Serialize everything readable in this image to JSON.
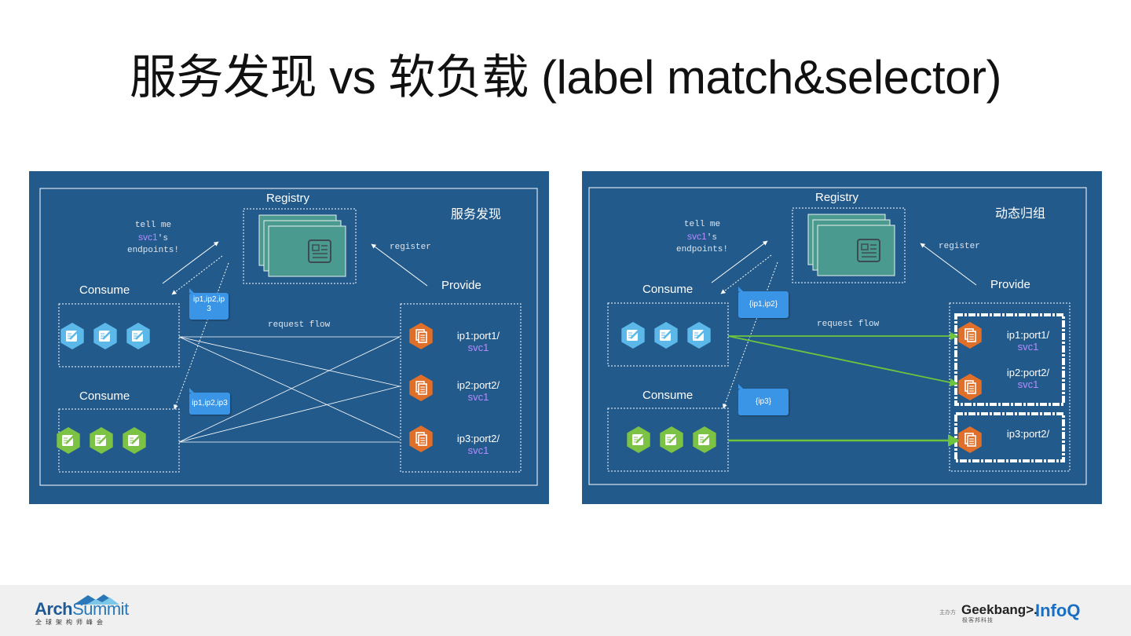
{
  "title": "服务发现 vs 软负载 (label match&selector)",
  "left_panel": {
    "corner_label": "服务发现",
    "registry_label": "Registry",
    "consume_top_label": "Consume",
    "consume_bottom_label": "Consume",
    "provide_label": "Provide",
    "query_line1": "tell me",
    "query_svc": "svc1",
    "query_suffix": "'s",
    "query_line3": "endpoints!",
    "register_label": "register",
    "request_flow_label": "request flow",
    "bubble_top": "ip1,ip2,ip3",
    "bubble_bottom": "ip1,ip2,ip3",
    "endpoints": [
      {
        "addr": "ip1:port1/",
        "svc": "svc1"
      },
      {
        "addr": "ip2:port2/",
        "svc": "svc1"
      },
      {
        "addr": "ip3:port2/",
        "svc": "svc1"
      }
    ]
  },
  "right_panel": {
    "corner_label": "动态归组",
    "registry_label": "Registry",
    "consume_top_label": "Consume",
    "consume_bottom_label": "Consume",
    "provide_label": "Provide",
    "query_line1": "tell me",
    "query_svc": "svc1",
    "query_suffix": "'s",
    "query_line3": "endpoints!",
    "register_label": "register",
    "request_flow_label": "request flow",
    "bubble_top": "{ip1,ip2}",
    "bubble_bottom": "{ip3}",
    "endpoints": [
      {
        "addr": "ip1:port1/",
        "svc": "svc1"
      },
      {
        "addr": "ip2:port2/",
        "svc": "svc1"
      },
      {
        "addr": "ip3:port2/",
        "svc": ""
      }
    ]
  },
  "footer": {
    "brand_main": "Arch",
    "brand_accent": "Summit",
    "brand_sub": "全球架构师峰会",
    "sponsor_label": "主办方",
    "geekbang": "Geekbang>.",
    "geekbang_sub": "极客邦科技",
    "infoq": "InfoQ"
  },
  "colors": {
    "panel_bg": "#235a8c",
    "registry_card": "#4a9a8f",
    "consumer_blue": "#5bb8e8",
    "consumer_green": "#7cc245",
    "provider_orange": "#e06f2a",
    "bubble": "#3b95e6",
    "green_arrow": "#6cc53c",
    "svc_text": "#b48cff"
  },
  "icons": {
    "registry": "newspaper-icon",
    "consumer": "edit-note-icon",
    "provider": "document-copy-icon"
  }
}
